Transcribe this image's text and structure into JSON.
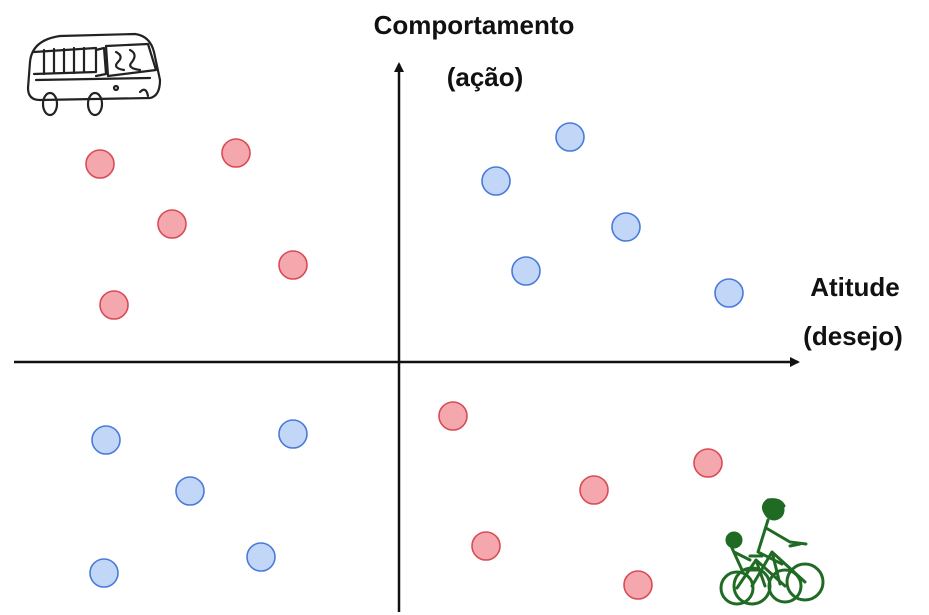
{
  "labels": {
    "y_axis_line1": "Comportamento",
    "y_axis_line2": "(ação)",
    "x_axis_line1": "Atitude",
    "x_axis_line2": "(desejo)"
  },
  "icons": {
    "top_left": "bus-icon",
    "bottom_right": "cyclists-icon"
  },
  "colors": {
    "red_fill": "#f4a8ad",
    "red_stroke": "#d94a55",
    "blue_fill": "#c2d6f7",
    "blue_stroke": "#4a7ad9",
    "cyclist": "#1f6b24"
  },
  "points": {
    "red": [
      "q2-1",
      "q2-2",
      "q2-3",
      "q2-4",
      "q2-5",
      "q4-1",
      "q4-2",
      "q4-3",
      "q4-4",
      "q4-5"
    ],
    "blue": [
      "q1-1",
      "q1-2",
      "q1-3",
      "q1-4",
      "q1-5",
      "q3-1",
      "q3-2",
      "q3-3",
      "q3-4",
      "q3-5"
    ]
  }
}
